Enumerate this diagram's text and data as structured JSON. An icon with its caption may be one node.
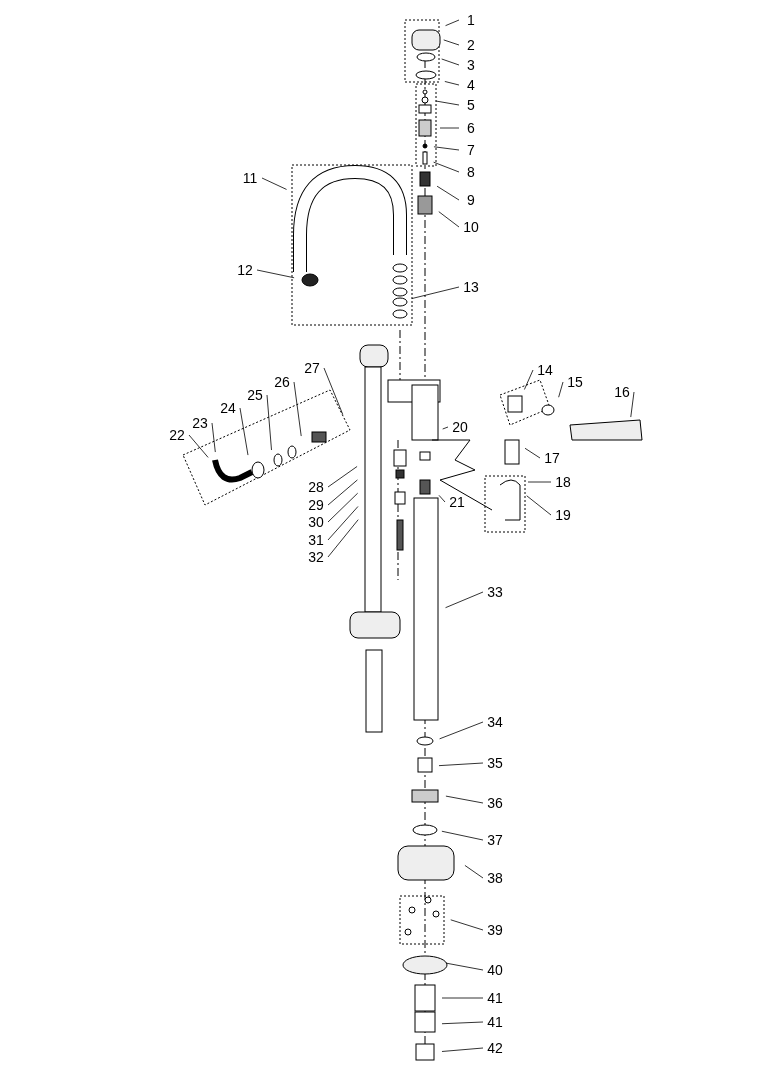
{
  "diagram": {
    "nodes": [
      {
        "text": [
          "1"
        ]
      },
      {
        "text": [
          "2"
        ]
      },
      {
        "text": [
          "3"
        ]
      },
      {
        "text": [
          "4"
        ]
      },
      {
        "text": [
          "5"
        ]
      },
      {
        "text": [
          "6"
        ]
      },
      {
        "text": [
          "7"
        ]
      },
      {
        "text": [
          "8"
        ]
      },
      {
        "text": [
          "9"
        ]
      },
      {
        "text": [
          "10"
        ]
      },
      {
        "text": [
          "11"
        ]
      },
      {
        "text": [
          "12"
        ]
      },
      {
        "text": [
          "13"
        ]
      },
      {
        "text": [
          "14"
        ]
      },
      {
        "text": [
          "15"
        ]
      },
      {
        "text": [
          "16"
        ]
      },
      {
        "text": [
          "17"
        ]
      },
      {
        "text": [
          "18"
        ]
      },
      {
        "text": [
          "19"
        ]
      },
      {
        "text": [
          "20"
        ]
      },
      {
        "text": [
          "21"
        ]
      },
      {
        "text": [
          "22"
        ]
      },
      {
        "text": [
          "23"
        ]
      },
      {
        "text": [
          "24"
        ]
      },
      {
        "text": [
          "25"
        ]
      },
      {
        "text": [
          "26"
        ]
      },
      {
        "text": [
          "27"
        ]
      },
      {
        "text": [
          "28"
        ]
      },
      {
        "text": [
          "29"
        ]
      },
      {
        "text": [
          "30"
        ]
      },
      {
        "text": [
          "31"
        ]
      },
      {
        "text": [
          "32"
        ]
      },
      {
        "text": [
          "33"
        ]
      },
      {
        "text": [
          "34"
        ]
      },
      {
        "text": [
          "35"
        ]
      },
      {
        "text": [
          "36"
        ]
      },
      {
        "text": [
          "37"
        ]
      },
      {
        "text": [
          "38"
        ]
      },
      {
        "text": [
          "39"
        ]
      },
      {
        "text": [
          "40"
        ]
      },
      {
        "text": [
          "41"
        ]
      },
      {
        "text": [
          "41"
        ]
      },
      {
        "text": [
          "42"
        ]
      }
    ],
    "edges": [
      {
        "from": 0,
        "to": null,
        "arrow": "none"
      },
      {
        "from": 1,
        "to": null,
        "arrow": "none"
      },
      {
        "from": 2,
        "to": null,
        "arrow": "none"
      },
      {
        "from": 3,
        "to": null,
        "arrow": "none"
      },
      {
        "from": 4,
        "to": null,
        "arrow": "none"
      },
      {
        "from": 5,
        "to": null,
        "arrow": "none"
      },
      {
        "from": 6,
        "to": null,
        "arrow": "none"
      },
      {
        "from": 7,
        "to": null,
        "arrow": "none"
      },
      {
        "from": 8,
        "to": null,
        "arrow": "none"
      },
      {
        "from": 9,
        "to": null,
        "arrow": "none"
      },
      {
        "from": 10,
        "to": null,
        "arrow": "none"
      },
      {
        "from": 11,
        "to": null,
        "arrow": "none"
      },
      {
        "from": 12,
        "to": null,
        "arrow": "none"
      },
      {
        "from": 13,
        "to": null,
        "arrow": "none"
      },
      {
        "from": 14,
        "to": null,
        "arrow": "none"
      },
      {
        "from": 15,
        "to": null,
        "arrow": "none"
      },
      {
        "from": 16,
        "to": null,
        "arrow": "none"
      },
      {
        "from": 17,
        "to": null,
        "arrow": "none"
      },
      {
        "from": 18,
        "to": null,
        "arrow": "none"
      },
      {
        "from": 19,
        "to": null,
        "arrow": "none"
      },
      {
        "from": 20,
        "to": null,
        "arrow": "none"
      },
      {
        "from": 21,
        "to": null,
        "arrow": "none"
      },
      {
        "from": 22,
        "to": null,
        "arrow": "none"
      },
      {
        "from": 23,
        "to": null,
        "arrow": "none"
      },
      {
        "from": 24,
        "to": null,
        "arrow": "none"
      },
      {
        "from": 25,
        "to": null,
        "arrow": "none"
      },
      {
        "from": 26,
        "to": null,
        "arrow": "none"
      },
      {
        "from": 27,
        "to": null,
        "arrow": "none"
      },
      {
        "from": 28,
        "to": null,
        "arrow": "none"
      },
      {
        "from": 29,
        "to": null,
        "arrow": "none"
      },
      {
        "from": 30,
        "to": null,
        "arrow": "none"
      },
      {
        "from": 31,
        "to": null,
        "arrow": "none"
      },
      {
        "from": 32,
        "to": null,
        "arrow": "none"
      },
      {
        "from": 33,
        "to": null,
        "arrow": "none"
      },
      {
        "from": 34,
        "to": null,
        "arrow": "none"
      },
      {
        "from": 35,
        "to": null,
        "arrow": "none"
      },
      {
        "from": 36,
        "to": null,
        "arrow": "none"
      },
      {
        "from": 37,
        "to": null,
        "arrow": "none"
      },
      {
        "from": 38,
        "to": null,
        "arrow": "none"
      },
      {
        "from": 39,
        "to": null,
        "arrow": "none"
      },
      {
        "from": 40,
        "to": null,
        "arrow": "none"
      },
      {
        "from": 41,
        "to": null,
        "arrow": "none"
      },
      {
        "from": 42,
        "to": null,
        "arrow": "none"
      }
    ]
  }
}
